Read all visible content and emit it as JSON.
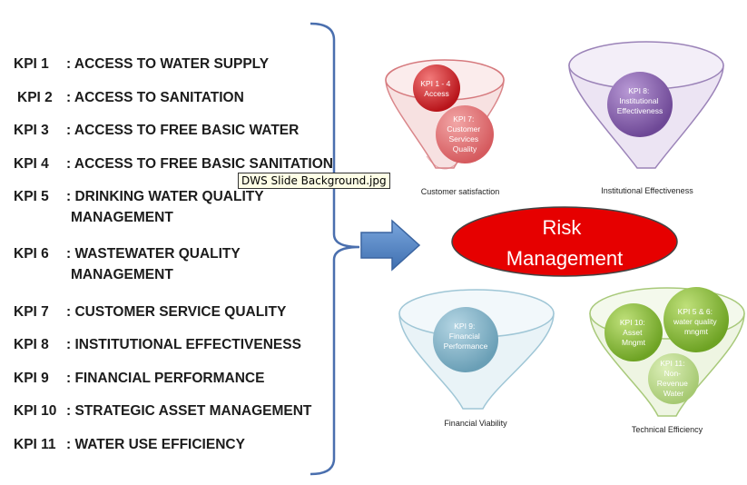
{
  "kpis": [
    {
      "code": "KPI 1",
      "text": ": ACCESS TO WATER SUPPLY"
    },
    {
      "code": "KPI 2",
      "text": ": ACCESS TO SANITATION"
    },
    {
      "code": "KPI 3",
      "text": ": ACCESS TO FREE BASIC WATER"
    },
    {
      "code": "KPI 4",
      "text": ": ACCESS TO FREE BASIC SANITATION"
    },
    {
      "code": "KPI 5",
      "text": ": DRINKING WATER QUALITY",
      "text2": "MANAGEMENT"
    },
    {
      "code": "KPI 6",
      "text": ": WASTEWATER QUALITY",
      "text2": "MANAGEMENT"
    },
    {
      "code": "KPI 7",
      "text": ": CUSTOMER SERVICE QUALITY"
    },
    {
      "code": "KPI 8",
      "text": ": INSTITUTIONAL EFFECTIVENESS"
    },
    {
      "code": "KPI 9",
      "text": ": FINANCIAL PERFORMANCE"
    },
    {
      "code": "KPI 10",
      "text": ": STRATEGIC ASSET MANAGEMENT"
    },
    {
      "code": "KPI 11",
      "text": ": WATER USE EFFICIENCY"
    }
  ],
  "tooltip": "DWS Slide Background.jpg",
  "center": {
    "line1": "Risk",
    "line2": "Management",
    "color": "#e60000"
  },
  "funnels": [
    {
      "caption": "Customer satisfaction",
      "color": "#d8424a",
      "bubbles": [
        {
          "lines": [
            "KPI 1 - 4",
            "Access"
          ]
        },
        {
          "lines": [
            "KPI 7:",
            "Customer",
            "Services",
            "Quality"
          ]
        }
      ]
    },
    {
      "caption": "Institutional  Effectiveness",
      "color": "#8a62b0",
      "bubbles": [
        {
          "lines": [
            "KPI 8:",
            "Institutional",
            "Effectiveness"
          ]
        }
      ]
    },
    {
      "caption": "Financial Viability",
      "color": "#7fb3c8",
      "bubbles": [
        {
          "lines": [
            "KPI 9:",
            "Financial",
            "Performance"
          ]
        }
      ]
    },
    {
      "caption": "Technical Efficiency",
      "color": "#8fbf3f",
      "bubbles": [
        {
          "lines": [
            "KPI 10:",
            "Asset",
            "Mngmt"
          ]
        },
        {
          "lines": [
            "KPI 5  & 6:",
            "water quality",
            "mngmt"
          ]
        },
        {
          "lines": [
            "KPI 11:",
            "Non-",
            "Revenue",
            "Water"
          ]
        }
      ]
    }
  ],
  "colors": {
    "brace": "#4a6fae",
    "arrow": "#4f81bd"
  }
}
